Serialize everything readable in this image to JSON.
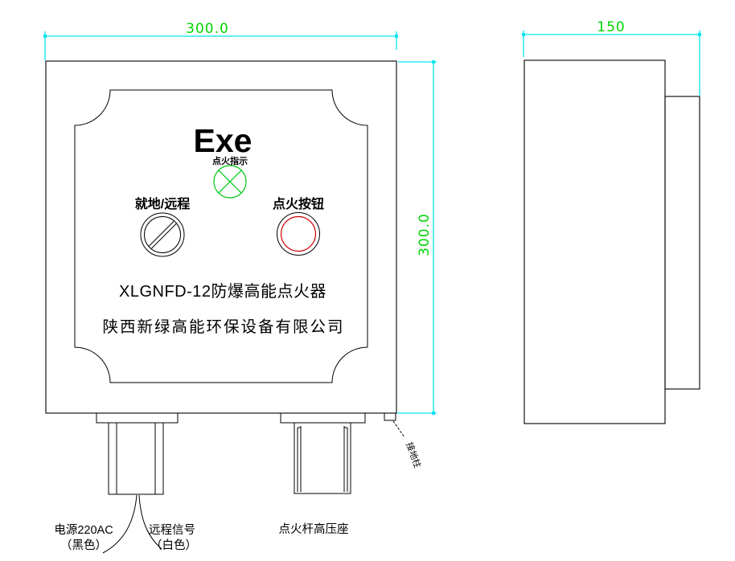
{
  "front_view": {
    "marking": "Exe",
    "indicator_label": "点火指示",
    "selector_label": "就地/远程",
    "button_label": "点火按钮",
    "model_line": "XLGNFD-12防爆高能点火器",
    "company_line": "陕西新绿高能环保设备有限公司",
    "ground_lug_label": "接地柱",
    "width_dim": "300.0",
    "height_dim": "300.0"
  },
  "side_view": {
    "depth_dim": "150"
  },
  "callouts": {
    "power_label": "电源220AC",
    "power_color_note": "（黑色）",
    "remote_label": "远程信号",
    "remote_color_note": "（白色）",
    "hv_socket_label": "点火杆高压座"
  },
  "colors": {
    "outline": "#000000",
    "dimension_line": "#00e6ee",
    "dimension_text": "#00d400",
    "indicator_green": "#00c814",
    "button_red": "#cc0000",
    "background": "#ffffff"
  }
}
